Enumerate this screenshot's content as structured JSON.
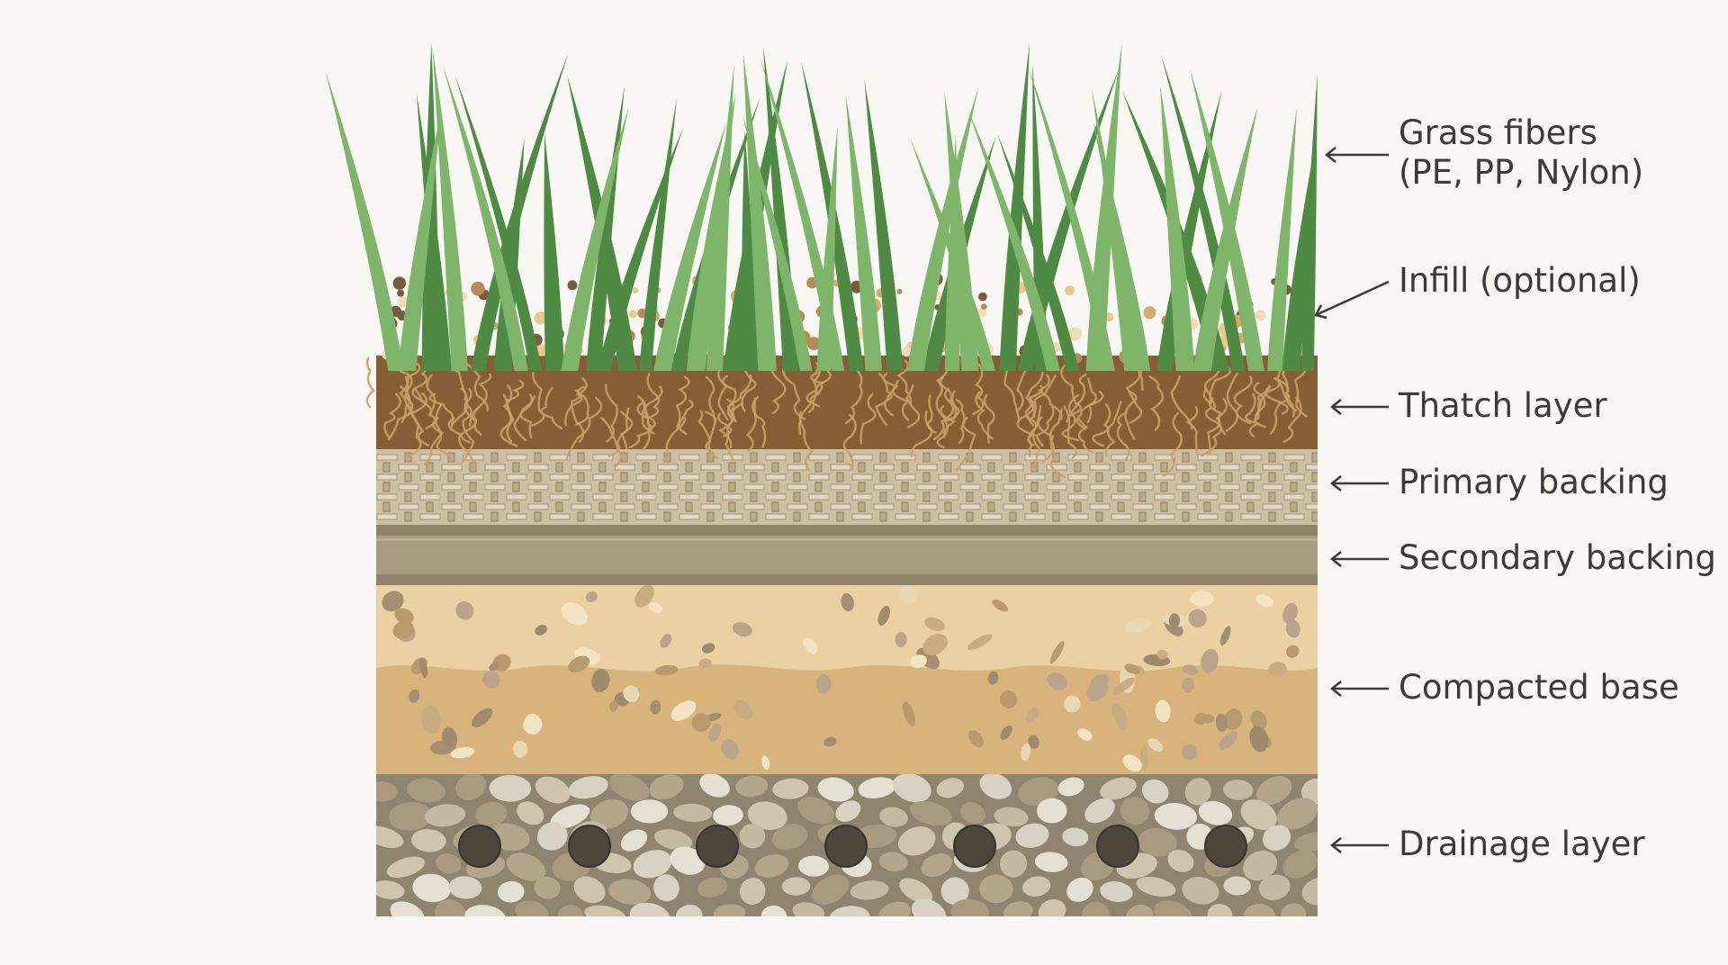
{
  "layers": [
    {
      "id": "grass",
      "label_lines": [
        "Grass fibers",
        "(PE, PP, Nylon)"
      ]
    },
    {
      "id": "infill",
      "label_lines": [
        "Infill (optional)"
      ]
    },
    {
      "id": "thatch",
      "label_lines": [
        "Thatch layer"
      ]
    },
    {
      "id": "primary",
      "label_lines": [
        "Primary backing"
      ]
    },
    {
      "id": "secondary",
      "label_lines": [
        "Secondary backing"
      ]
    },
    {
      "id": "base",
      "label_lines": [
        "Compacted base"
      ]
    },
    {
      "id": "drainage",
      "label_lines": [
        "Drainage layer"
      ]
    }
  ],
  "colors": {
    "grass_light": "#7fb56a",
    "grass_dark": "#4f8a45",
    "thatch": "#8a6238",
    "thatch_fiber": "#c9a06a",
    "primary_backing": "#cdbfa4",
    "secondary_backing": "#a89b80",
    "base_upper": "#ead0a2",
    "base_lower": "#d6b47c",
    "drainage": "#8e8470",
    "label_text": "#3a3a3a",
    "arrow": "#3a3a3a"
  }
}
